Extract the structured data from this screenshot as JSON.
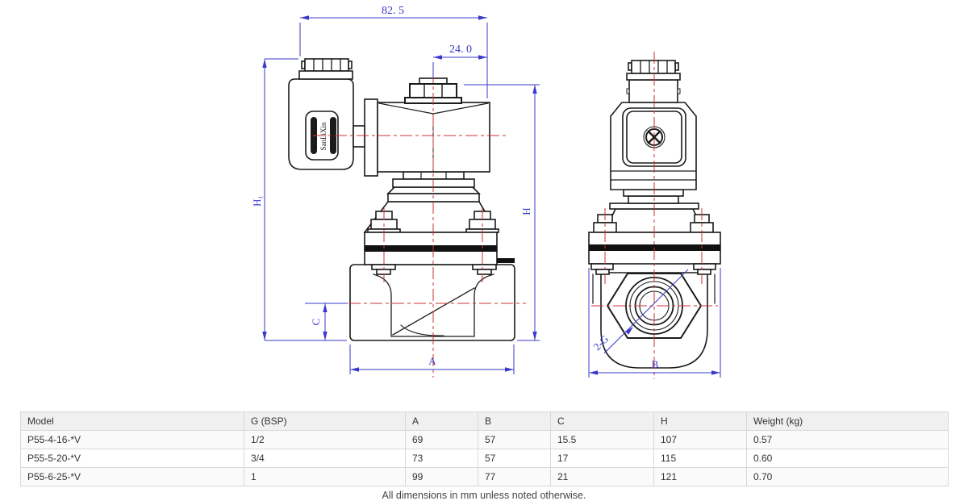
{
  "drawing": {
    "brand": "SanLiXin",
    "dims": {
      "top_width": "82. 5",
      "offset_width": "24. 0",
      "h1": "H₁",
      "h": "H",
      "c": "C",
      "a": "A",
      "b": "B",
      "thread": "2-G"
    },
    "colors": {
      "dimension_blue": "#3939cc",
      "centerline_red": "#cc3333",
      "drawing_black": "#1b1b1b"
    }
  },
  "table": {
    "headers": [
      "Model",
      "G (BSP)",
      "A",
      "B",
      "C",
      "H",
      "Weight (kg)"
    ],
    "rows": [
      [
        "P55-4-16-*V",
        "1/2",
        "69",
        "57",
        "15.5",
        "107",
        "0.57"
      ],
      [
        "P55-5-20-*V",
        "3/4",
        "73",
        "57",
        "17",
        "115",
        "0.60"
      ],
      [
        "P55-6-25-*V",
        "1",
        "99",
        "77",
        "21",
        "121",
        "0.70"
      ]
    ],
    "note": "All dimensions in mm unless noted otherwise."
  }
}
